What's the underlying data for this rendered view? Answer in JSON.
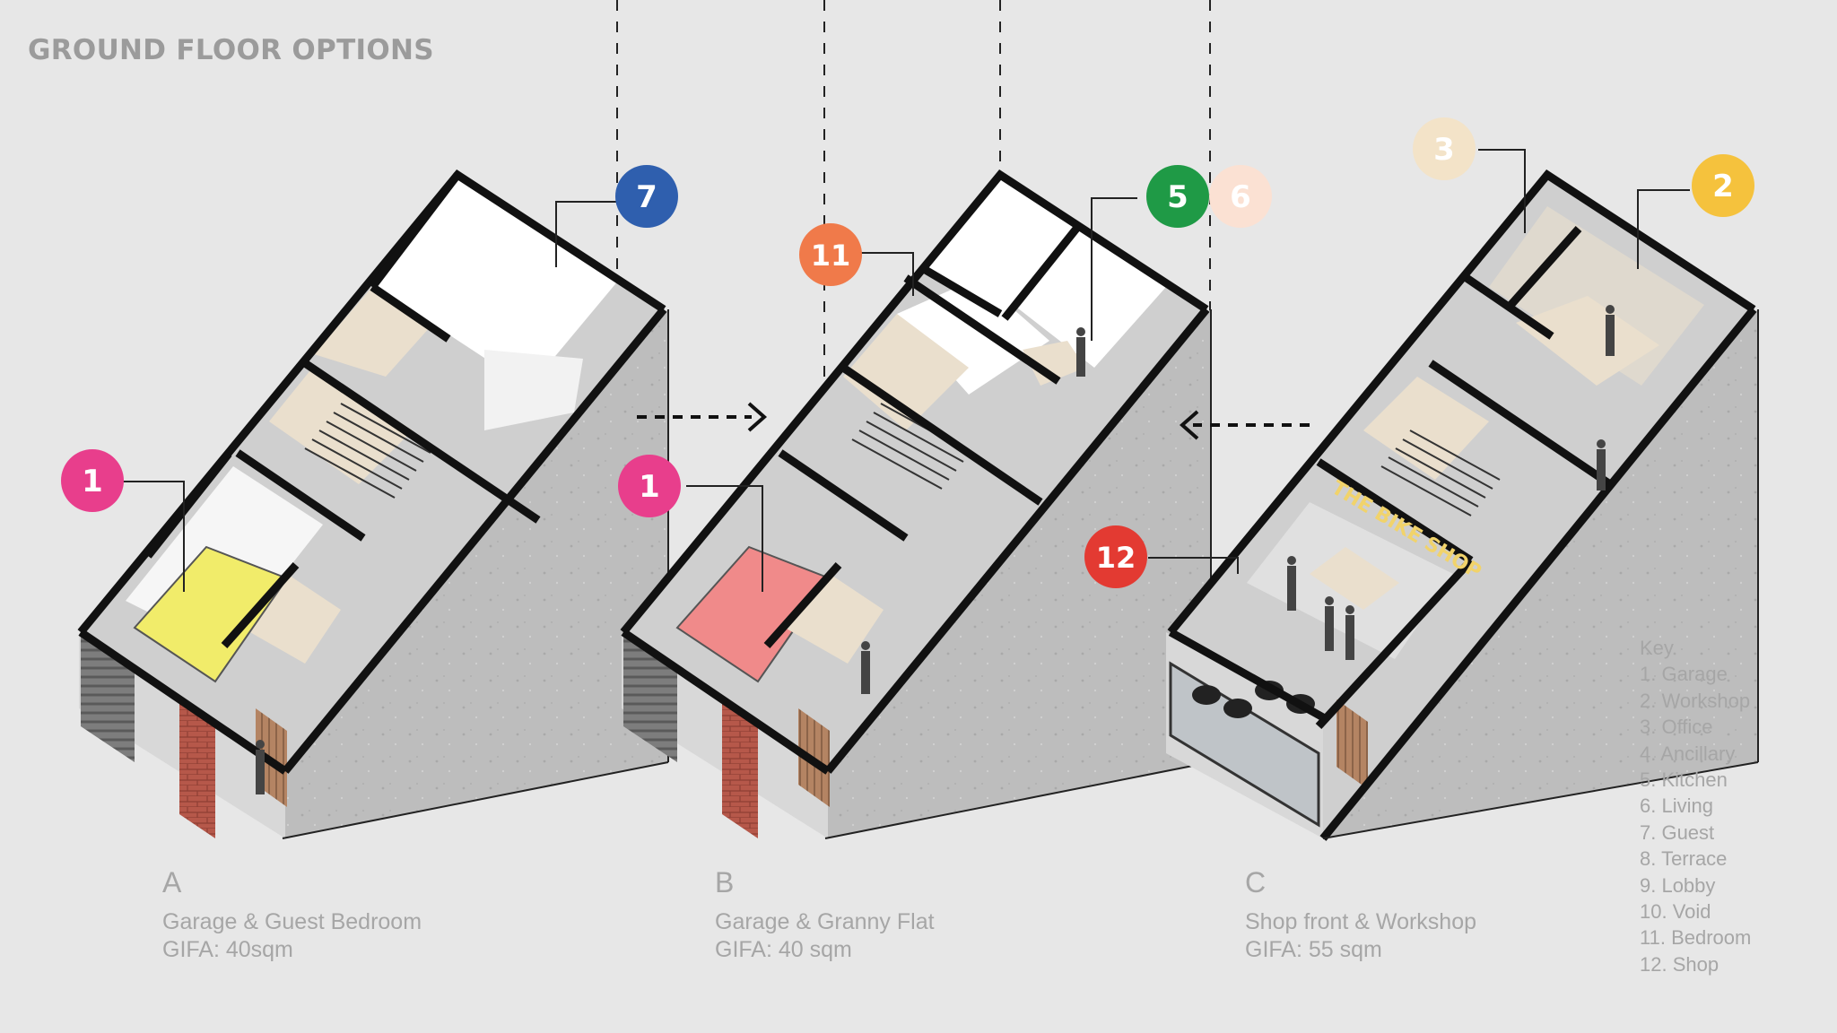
{
  "page_title": "GROUND FLOOR OPTIONS",
  "options": [
    {
      "letter": "A",
      "name": "Garage & Guest Bedroom",
      "area": "GIFA: 40sqm"
    },
    {
      "letter": "B",
      "name": "Garage & Granny Flat",
      "area": "GIFA: 40 sqm"
    },
    {
      "letter": "C",
      "name": "Shop front & Workshop",
      "area": "GIFA: 55 sqm"
    }
  ],
  "key": {
    "title": "Key",
    "items": [
      "1. Garage",
      "2. Workshop",
      "3. Office",
      "4. Ancillary",
      "5. Kitchen",
      "6. Living",
      "7. Guest",
      "8. Terrace",
      "9. Lobby",
      "10. Void",
      "11. Bedroom",
      "12. Shop"
    ]
  },
  "markers": {
    "a_garage": "1",
    "a_guest": "7",
    "b_garage": "1",
    "b_bedroom": "11",
    "b_kitchen": "5",
    "b_living": "6",
    "c_shop": "12",
    "c_office": "3",
    "c_workshop": "2"
  },
  "shop_sign": "THE BIKE SHOP",
  "colors": {
    "background": "#e7e7e7",
    "garage": "#e83e8c",
    "guest": "#2f5fae",
    "bedroom": "#f07a4a",
    "kitchen": "#1f9a46",
    "living": "#fbe1d3",
    "shop": "#e33a32",
    "office": "#f3e3c8",
    "workshop": "#f5c23d",
    "car_a": "#f1ec6a",
    "car_b": "#f08a8a",
    "joinery": "#eadfcd",
    "brick": "#b6584a"
  }
}
